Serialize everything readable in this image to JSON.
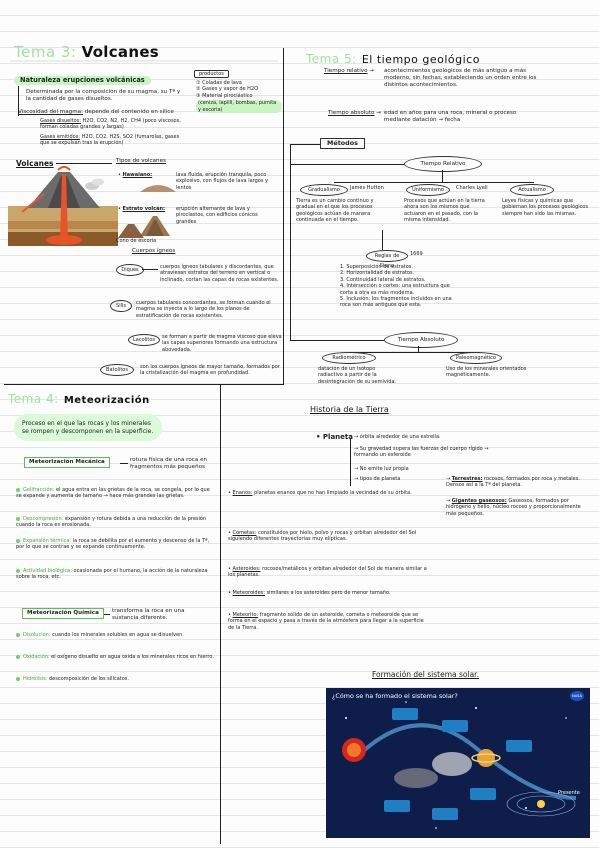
{
  "tema3": {
    "label": "Tema 3:",
    "title": "Volcanes",
    "naturaleza": {
      "heading": "Naturaleza erupciones volcánicas",
      "desc": "Determinada por la composición de su magma, su Tª y la cantidad de gases disueltos.",
      "viscosidad": {
        "label": "Viscosidad del magma:",
        "text": "depende del contenido en sílice",
        "gases_label": "Gases disueltos:",
        "gases_text": "H2O, CO2, N2, H2, CH4 (poco viscosos, forman coladas grandes y largas)",
        "gases2_label": "Gases emitidos:",
        "gases2_text": "H2O, CO2, H2S, SO2 (fumarolas, gases que se expulsan tras la erupción)"
      },
      "productos": {
        "label": "productos",
        "items": [
          "Coladas de lava",
          "Gases y vapor de H2O",
          "Material piroclástico"
        ],
        "note": "(ceniza, lapilli, bombas, pumita y escoria)"
      }
    },
    "volcanes": {
      "heading": "Volcanes",
      "tipos_label": "Tipos de volcanes",
      "hawaiano_label": "Hawaiano:",
      "hawaiano_text": "lava fluida, erupción tranquila, poco explosivo, con flujos de lava largos y lentos",
      "estrato_label": "Estrato volcán:",
      "estrato_text": "erupción alternante de lava y piroclastos, con edificios cónicos grandes",
      "ciclo_label": "Cono de escoria",
      "cuerpos_label": "Cuerpos ígneos",
      "cuerpos": [
        {
          "name": "Diques",
          "text": "cuerpos ígneos tabulares y discordantes, que atraviesan estratos del terreno en vertical o inclinado, cortan las capas de rocas existentes."
        },
        {
          "name": "Sills",
          "text": "cuerpos tabulares concordantes, se forman cuando el magma se inyecta a lo largo de los planos de estratificación de rocas existentes."
        },
        {
          "name": "Lacolitos",
          "text": "se forman a partir de magma viscoso que eleva las capas superiores formando una estructura abovedada."
        },
        {
          "name": "Batolitos",
          "text": "son los cuerpos ígneos de mayor tamaño, formados por la cristalización del magma en profundidad."
        }
      ]
    }
  },
  "tema5": {
    "label": "Tema 5:",
    "title": "El tiempo geológico",
    "tiempo_relativo_def_label": "Tiempo relativo",
    "tiempo_relativo_def": "acontecimientos geológicos de más antiguo a más moderno, sin fechas, estableciendo un orden entre los distintos acontecimientos.",
    "tiempo_absoluto_def_label": "Tiempo absoluto",
    "tiempo_absoluto_def": "edad en años para una roca, mineral o proceso mediante datación → fecha",
    "metodos": "Métodos",
    "relativo_node": "Tiempo Relativo",
    "absoluto_node": "Tiempo Absoluto",
    "gradualismo": {
      "name": "Gradualismo",
      "author": "James Hutton",
      "text": "Tierra es un cambio continuo y gradual en el que los procesos geológicos actúan de manera continuada en el tiempo."
    },
    "uniformismo": {
      "name": "Uniformismo",
      "author": "Charles Lyell",
      "text": "Procesos que actúan en la tierra ahora son los mismos que actuaron en el pasado, con la misma intensidad."
    },
    "actualismo": {
      "name": "Actualismo",
      "text": "Leyes físicas y químicas que gobiernan los procesos geológicos siempre han sido las mismas."
    },
    "principios": {
      "label": "Reglas de Steno",
      "year": "1669",
      "items": [
        "1. Superposición de estratos.",
        "2. Horizontalidad de estratos.",
        "3. Continuidad lateral de estratos.",
        "4. Intersección o cortes: una estructura que corta a otra es más moderna.",
        "5. Inclusión: los fragmentos incluidos en una roca son más antiguos que esta."
      ]
    },
    "radiometrico": {
      "name": "Radiométrico",
      "text": "datación de un isótopo radiactivo a partir de la desintegración de su semivida."
    },
    "paleomagnetismo": {
      "name": "Paleomagnético",
      "text": "Uso de los minerales orientados magnéticamente."
    }
  },
  "tema4": {
    "label": "Tema 4:",
    "title": "Meteorización",
    "intro": "Proceso en el que las rocas y los minerales se rompen y descomponen en la superficie.",
    "mecanica": {
      "label": "Meteorización Mecánica",
      "desc": "rotura física de una roca en fragmentos más pequeños",
      "items": [
        {
          "label": "Gelifracción:",
          "text": "el agua entra en las grietas de la roca, se congela, por lo que se expande y aumenta de tamaño → hace más grandes las grietas."
        },
        {
          "label": "Descompresión:",
          "text": "expansión y rotura debida a una reducción de la presión cuando la roca es erosionada."
        },
        {
          "label": "Expansión térmica:",
          "text": "la roca se debilita por el aumento y descenso de la Tª, por lo que se contrae y se expande continuamente."
        },
        {
          "label": "Actividad biológica:",
          "text": "ocasionada por el humano, la acción de la naturaleza sobre la roca, etc."
        }
      ]
    },
    "quimica": {
      "label": "Meteorización Química",
      "desc": "transforma la roca en una sustancia diferente.",
      "items": [
        {
          "label": "Disolución:",
          "text": "cuando los minerales solubles en agua se disuelven."
        },
        {
          "label": "Oxidación:",
          "text": "el oxígeno disuelto en agua oxida a los minerales ricos en hierro."
        },
        {
          "label": "Hidrólisis:",
          "text": "descomposición de los silicatos."
        }
      ]
    }
  },
  "historia": {
    "title": "Historia de la Tierra",
    "planeta_label": "Planeta",
    "planeta_items": [
      "órbita alrededor de una estrella.",
      "Su gravedad supera las fuerzas del cuerpo rígido → formando un esferoide",
      "No emite luz propia",
      "tipos de planeta"
    ],
    "terrestres": {
      "label": "Terrestres:",
      "text": "rocosos, formados por roca y metales. Densos así a la Tª del planeta."
    },
    "gaseosos": {
      "label": "Gigantes gaseosos:",
      "text": "Gaseosos, formados por hidrógeno y helio, núcleo rocoso y proporcionalmente más pequeños."
    },
    "enanos": {
      "label": "Enanos:",
      "text": "planetas enanos que no han limpiado la vecindad de su órbita."
    },
    "bullets": [
      {
        "label": "Cometas:",
        "text": "constituidos por hielo, polvo y rocas y orbitan alrededor del Sol siguiendo diferentes trayectorias muy elípticas."
      },
      {
        "label": "Asteroides:",
        "text": "rocosos/metálicos y orbitan alrededor del Sol de manera similar a los planetas."
      },
      {
        "label": "Meteoroides:",
        "text": "similares a los asteroides pero de menor tamaño."
      },
      {
        "label": "Meteorito:",
        "text": "fragmento sólido de un asteroide, cometa o meteoroide que se forma en el espacio y pasa a través de la atmósfera para llegar a la superficie de la Tierra."
      }
    ],
    "formacion_title": "Formación del sistema solar.",
    "infographic_title": "¿Cómo se ha formado el sistema solar?",
    "infographic_present": "Presente",
    "infographic_logo": "NASA"
  },
  "colors": {
    "green": "#9fe39a",
    "highlight": "#c9f5c2",
    "space": "#0f1d4a"
  }
}
